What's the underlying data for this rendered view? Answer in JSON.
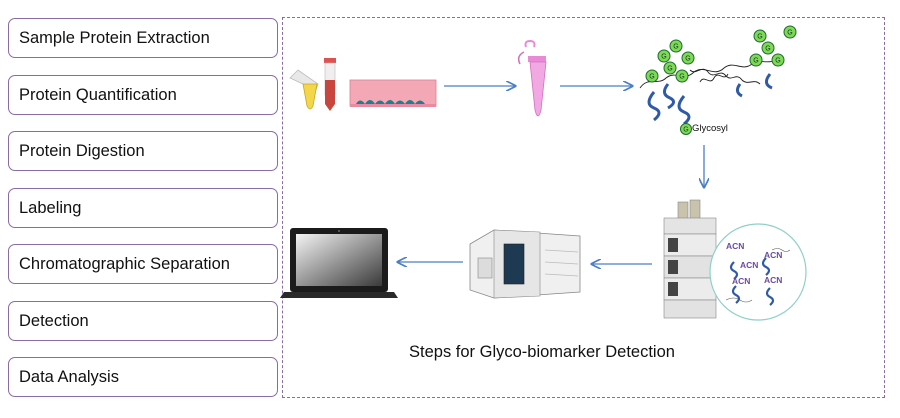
{
  "steps": [
    "Sample Protein Extraction",
    "Protein Quantification",
    "Protein Digestion",
    "Labeling",
    "Chromatographic Separation",
    "Detection",
    "Data Analysis"
  ],
  "legend": {
    "glycan_letter": "G",
    "label": "Glycosyl"
  },
  "solvent_label": "ACN",
  "caption": "Steps for Glyco-biomarker Detection",
  "colors": {
    "step_border": "#8a6ba3",
    "arrow": "#4a7ec8",
    "glycan_fill": "#7ed957",
    "protein": "#2f5aa8",
    "tube_pink": "#e98ad7",
    "dish_pink": "#f4a8b5",
    "solvent_text": "#6c4aa0"
  }
}
